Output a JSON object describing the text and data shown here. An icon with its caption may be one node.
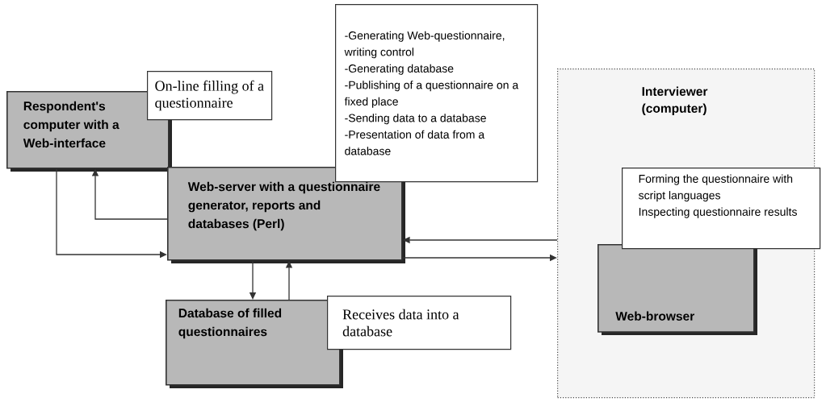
{
  "diagram": {
    "nodes": [
      {
        "text": [
          "Respondent's computer with a Web-interface"
        ]
      },
      {
        "text": [
          "On-line filling of a questionnaire"
        ]
      },
      {
        "text": [
          "Web-server with a questionnaire generator, reports and databases (Perl)"
        ]
      },
      {
        "text": [
          "-Generating Web-questionnaire, writing control",
          "-Generating database",
          "-Publishing of a questionnaire on a fixed place",
          "-Sending data to a database",
          "-Presentation of data from a database"
        ]
      },
      {
        "text": [
          "Interviewer (computer)"
        ]
      },
      {
        "text": [
          "Forming the questionnaire with script languages",
          "Inspecting questionnaire results"
        ],
        "in": 4
      },
      {
        "text": [
          "Web-browser"
        ],
        "in": 4
      },
      {
        "text": [
          "Database of filled questionnaires"
        ]
      },
      {
        "text": [
          "Receives data into a database"
        ]
      }
    ],
    "edges": [
      {
        "from": 2,
        "to": 0,
        "arrow": "to"
      },
      {
        "from": 0,
        "to": 2,
        "arrow": "to"
      },
      {
        "from": 2,
        "to": 7,
        "arrow": "to"
      },
      {
        "from": 7,
        "to": 2,
        "arrow": "to"
      },
      {
        "from": 4,
        "to": 2,
        "arrow": "to"
      },
      {
        "from": 2,
        "to": 4,
        "arrow": "to"
      }
    ]
  }
}
